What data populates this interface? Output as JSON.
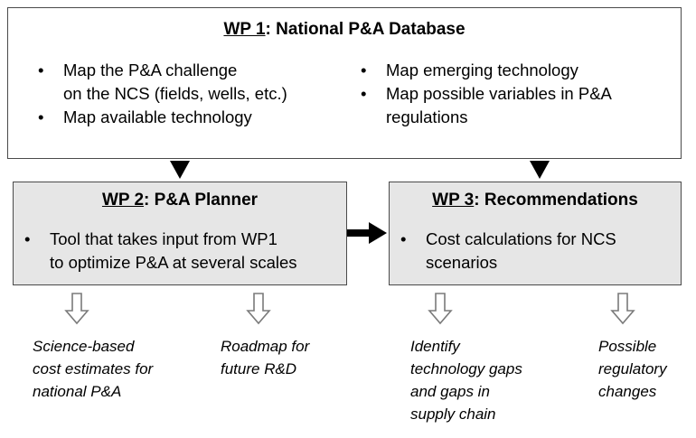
{
  "wp1": {
    "title_prefix": "WP 1",
    "title_suffix": ": National P&A Database",
    "left_bullets": [
      "Map the P&A challenge",
      "on the NCS (fields, wells, etc.)",
      "Map available technology"
    ],
    "right_bullets": [
      "Map emerging technology",
      "Map possible variables in P&A",
      "regulations"
    ]
  },
  "wp2": {
    "title_prefix": "WP 2",
    "title_suffix": ": P&A Planner",
    "bullet_line1": "Tool that takes input from WP1",
    "bullet_line2": "to optimize P&A at several scales"
  },
  "wp3": {
    "title_prefix": "WP 3",
    "title_suffix": ": Recommendations",
    "bullet_line1": "Cost calculations for NCS",
    "bullet_line2": "scenarios"
  },
  "outcomes": [
    {
      "lines": [
        "Science-based",
        "cost estimates for",
        "national P&A"
      ]
    },
    {
      "lines": [
        "Roadmap for",
        "future R&D"
      ]
    },
    {
      "lines": [
        "Identify",
        "technology gaps",
        "and gaps in",
        "supply chain"
      ]
    },
    {
      "lines": [
        "Possible",
        "regulatory",
        "changes"
      ]
    }
  ]
}
